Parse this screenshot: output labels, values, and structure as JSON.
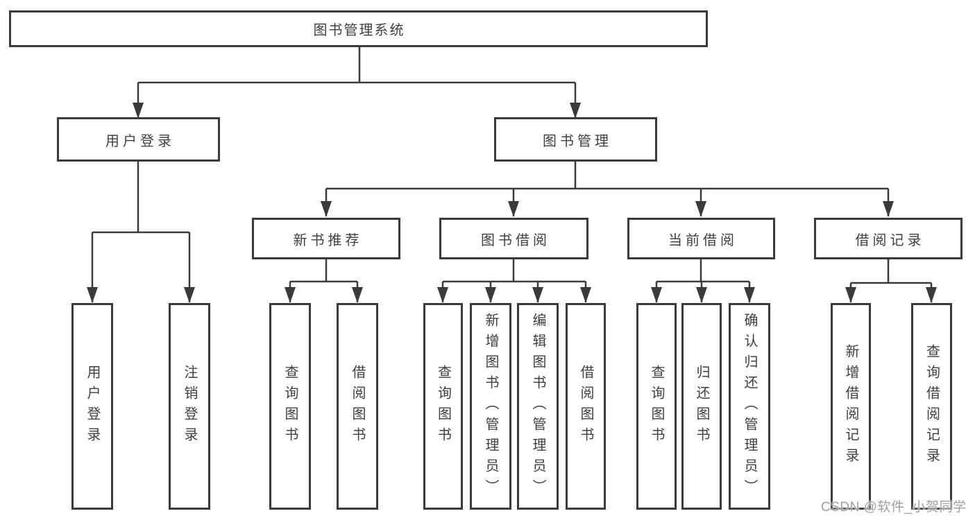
{
  "diagram": {
    "root": {
      "label": "图书管理系统"
    },
    "level2": [
      {
        "label": "用户登录"
      },
      {
        "label": "图书管理"
      }
    ],
    "level3": [
      {
        "label": "新书推荐",
        "parent": "图书管理"
      },
      {
        "label": "图书借阅",
        "parent": "图书管理"
      },
      {
        "label": "当前借阅",
        "parent": "图书管理"
      },
      {
        "label": "借阅记录",
        "parent": "图书管理"
      }
    ],
    "leaves": [
      {
        "label": "用户登录",
        "parent": "用户登录"
      },
      {
        "label": "注销登录",
        "parent": "用户登录"
      },
      {
        "label": "查询图书",
        "parent": "新书推荐"
      },
      {
        "label": "借阅图书",
        "parent": "新书推荐"
      },
      {
        "label": "查询图书",
        "parent": "图书借阅"
      },
      {
        "label": "新增图书（管理员）",
        "parent": "图书借阅"
      },
      {
        "label": "编辑图书（管理员）",
        "parent": "图书借阅"
      },
      {
        "label": "借阅图书",
        "parent": "图书借阅"
      },
      {
        "label": "查询图书",
        "parent": "当前借阅"
      },
      {
        "label": "归还图书",
        "parent": "当前借阅"
      },
      {
        "label": "确认归还（管理员）",
        "parent": "当前借阅"
      },
      {
        "label": "新增借阅记录",
        "parent": "借阅记录"
      },
      {
        "label": "查询借阅记录",
        "parent": "借阅记录"
      }
    ]
  },
  "watermark": {
    "text": "CSDN @软件_小贺同学"
  },
  "colors": {
    "line": "#3a3a3a",
    "text": "#3f3f3f",
    "box_bg": "#ffffff",
    "watermark": "#9f9f9f"
  }
}
